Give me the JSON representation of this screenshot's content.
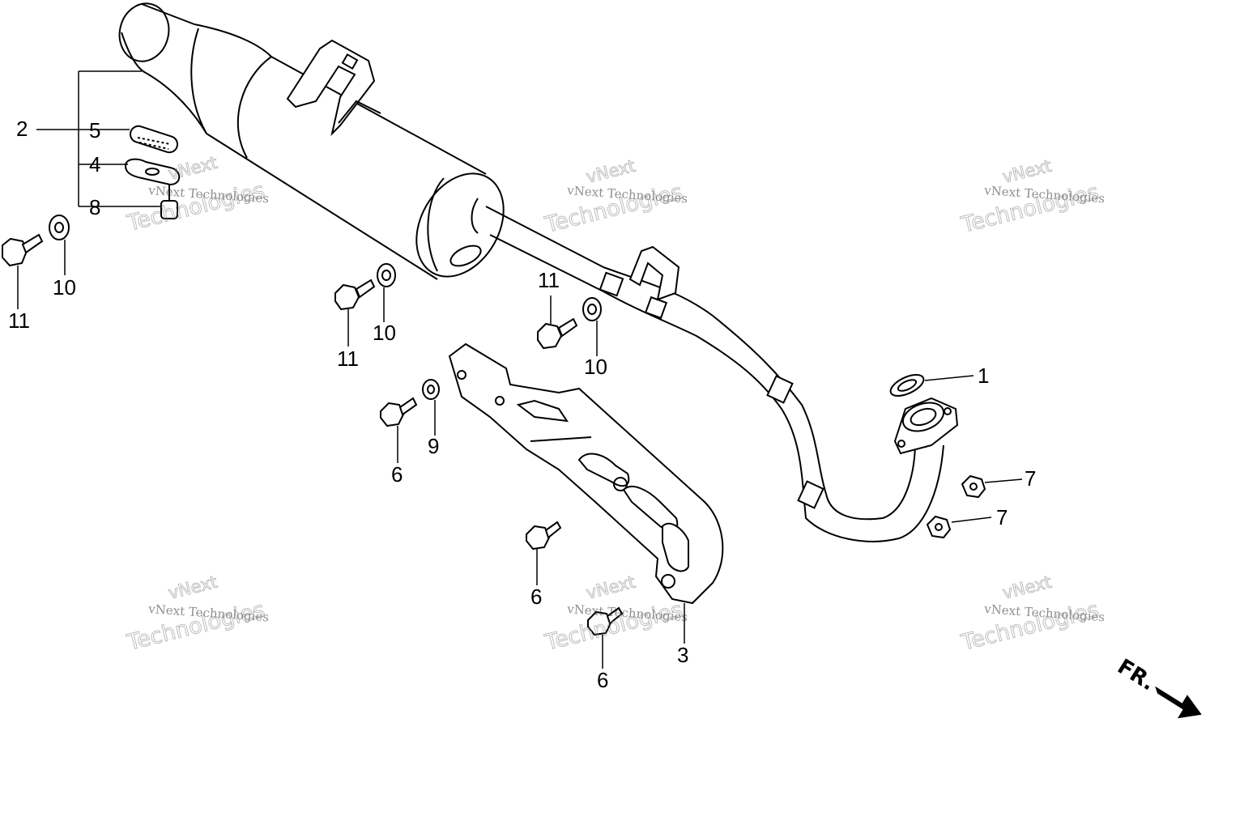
{
  "diagram": {
    "callouts": [
      "1",
      "2",
      "3",
      "4",
      "5",
      "6",
      "6",
      "6",
      "7",
      "7",
      "8",
      "9",
      "10",
      "10",
      "10",
      "11",
      "11",
      "11"
    ],
    "watermark": {
      "line1": "vNext Technologies",
      "line2": "Technologies",
      "line3": "vNext"
    },
    "direction_label": "FR."
  }
}
